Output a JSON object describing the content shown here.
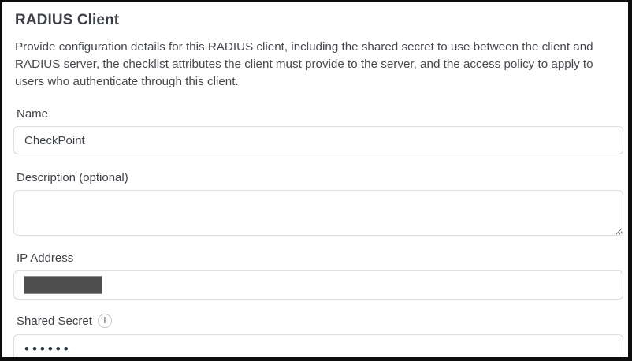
{
  "window": {
    "frame_border_color": "#0c0c0c",
    "background_color": "#ffffff"
  },
  "header": {
    "title": "RADIUS Client"
  },
  "intro": {
    "text": "Provide configuration details for this RADIUS client, including the shared secret to use between the client and RADIUS server, the checklist attributes the client must provide to the server, and the access policy to apply to users who authenticate through this client."
  },
  "form": {
    "name": {
      "label": "Name",
      "value": "CheckPoint"
    },
    "description": {
      "label": "Description (optional)",
      "value": ""
    },
    "ip_address": {
      "label": "IP Address",
      "value": "",
      "redacted": true
    },
    "shared_secret": {
      "label": "Shared Secret",
      "masked_value": "••••••"
    }
  },
  "icons": {
    "info": "i"
  },
  "colors": {
    "title_text": "#3d4147",
    "body_text": "#46494e",
    "input_border": "#d9dee3",
    "redaction_box": "#4e4e4e",
    "password_dots": "#2e3947",
    "info_icon_border": "#c4c8cc"
  }
}
